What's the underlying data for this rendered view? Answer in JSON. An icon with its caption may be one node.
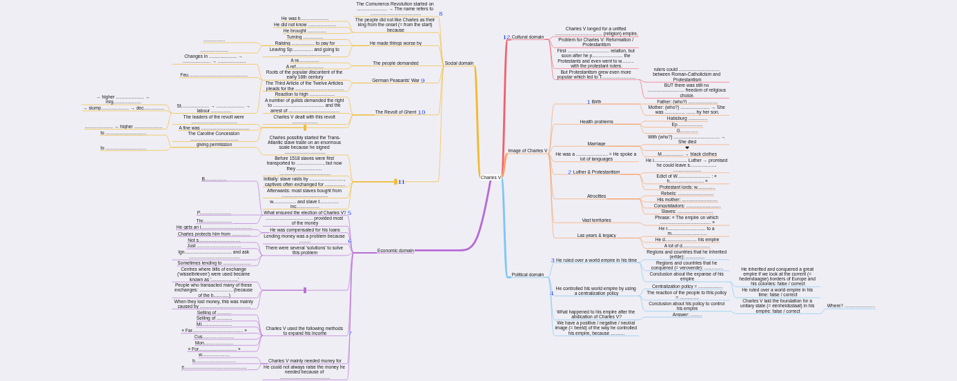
{
  "diagram": {
    "nodes": [
      {
        "text": [
          "Charles V"
        ]
      },
      {
        "text": [
          "Social domain"
        ]
      },
      {
        "text": [
          "The Comuneros Revolution started on ........................ → The name refers to ........................................"
        ],
        "beside": [
          "8"
        ]
      },
      {
        "text": [
          "The people did not like Charles as their king from the onset (= from the start) because"
        ]
      },
      {
        "text": [
          "He was b......................"
        ]
      },
      {
        "text": [
          "He did not know ......................"
        ]
      },
      {
        "text": [
          "He brought ..............."
        ]
      },
      {
        "text": [
          "He made things worse by"
        ]
      },
      {
        "text": [
          "Turning ................"
        ]
      },
      {
        "text": [
          "Raising .................. to pay for"
        ]
      },
      {
        "text": [
          "................."
        ]
      },
      {
        "text": [
          "......................"
        ]
      },
      {
        "text": [
          "Leaving Sp................ and going to ........................................"
        ]
      },
      {
        "text": [
          "The people demanded"
        ]
      },
      {
        "text": [
          "A re................"
        ]
      },
      {
        "text": [
          "A ref......................"
        ]
      },
      {
        "text": [
          "German Peasants' War"
        ],
        "beside": [
          "9"
        ]
      },
      {
        "text": [
          "Roots of the popular discontent of the early 16th century"
        ]
      },
      {
        "text": [
          "Changes in ...................... → ...................... → ......................"
        ]
      },
      {
        "text": [
          "Feu..............................................."
        ]
      },
      {
        "text": [
          "St...................... → ...................... → labour ................"
        ]
      },
      {
        "text": [
          "→ higher ...................... → mig......................"
        ]
      },
      {
        "text": [
          "→ slump...................... → dec................"
        ]
      },
      {
        "text": [
          "...................... → higher ......................"
        ]
      },
      {
        "text": [
          "The Third Article of the Twelve Articles pleads for the ......................................"
        ]
      },
      {
        "text": [
          "The Revolt of Ghent"
        ],
        "beside": [
          "10"
        ]
      },
      {
        "text": [
          "Reaction to high ...................."
        ]
      },
      {
        "text": [
          "A number of guilds demanded the right to ........................................ and the arrest of ........................................"
        ]
      },
      {
        "text": [
          "Charles V dealt with this revolt ...................."
        ]
      },
      {
        "text": [],
        "shape": "bar"
      },
      {
        "text": [
          "The leaders of the revolt were ...................................."
        ]
      },
      {
        "text": [
          "A fine was ......................................"
        ]
      },
      {
        "text": [
          "The Caroline Concession ......................................"
        ]
      },
      {
        "text": [],
        "shape": "bar",
        "beside": [
          "11"
        ]
      },
      {
        "text": [
          "Charles possibly started the Trans-Atlantic slave trade on an enormous scale because he signed ................................"
        ]
      },
      {
        "text": [
          "giving permission"
        ]
      },
      {
        "text": [
          "to ................................"
        ]
      },
      {
        "text": [
          "to ................................"
        ]
      },
      {
        "text": [
          "Before 1518 slaves were first transported to ....................., but now they .................... ........................................"
        ]
      },
      {
        "text": [
          "Initially: slave raids by ..........................., captives often exchanged for ................"
        ]
      },
      {
        "text": [
          "Afterwards: most slaves bought from ...................................."
        ]
      },
      {
        "text": [
          "w.................. and slave t............... inc.................."
        ]
      },
      {
        "text": [
          "Economic domain"
        ]
      },
      {
        "text": [
          "What ensured the election of Charles V?"
        ],
        "beside": [
          "5"
        ]
      },
      {
        "text": [
          "B................."
        ]
      },
      {
        "text": [
          "P........................."
        ]
      },
      {
        "text": [
          "Thr......................."
        ]
      },
      {
        "text": [
          "..................................... provided most of the money"
        ]
      },
      {
        "text": [
          "He was compensated for his loans"
        ]
      },
      {
        "text": [
          "He gets an i........................................"
        ]
      },
      {
        "text": [
          "Charles protects him from ..............."
        ]
      },
      {
        "text": [
          "Lending money was a problem because ........."
        ],
        "beside": [
          "6"
        ]
      },
      {
        "text": [
          "There were several 'solutions' to solve this problem"
        ]
      },
      {
        "text": [
          "Not s................................."
        ]
      },
      {
        "text": [
          "Just ..................................."
        ]
      },
      {
        "text": [
          "Ign..................................... and ask ........................................"
        ]
      },
      {
        "text": [
          "Sometimes lending to ......................"
        ]
      },
      {
        "text": [],
        "shape": "bar"
      },
      {
        "text": [
          "Centres where bills of exchange ('wisselbrieven') were used became known as '.....................'"
        ]
      },
      {
        "text": [
          "People who transacted many of these exchanges: .......................... (because of the b............)"
        ]
      },
      {
        "text": [
          "When they lost money, this was mainly caused by ........................................"
        ]
      },
      {
        "text": [
          "Charles V used the following methods to expand his income"
        ],
        "beside": [
          "7"
        ]
      },
      {
        "text": [
          "Selling of ..........."
        ]
      },
      {
        "text": [
          "Selling of ............"
        ]
      },
      {
        "text": [
          "Mi........................"
        ]
      },
      {
        "text": [
          "« Far........................................ »"
        ]
      },
      {
        "text": [
          "Cus........................."
        ]
      },
      {
        "text": [
          "Mon......................."
        ]
      },
      {
        "text": [
          "« For.............................. »"
        ]
      },
      {
        "text": [
          "Charles V mainly needed money for"
        ]
      },
      {
        "text": [
          "w......................"
        ]
      },
      {
        "text": [
          "b................................"
        ]
      },
      {
        "text": [
          "e................................................."
        ]
      },
      {
        "text": [
          "He could not always raise the money he needed because of ......................................."
        ]
      },
      {
        "text": [
          "Cultural domain"
        ],
        "beside": [
          "12"
        ]
      },
      {
        "text": [
          "Charles V longed for a unified ..................................... (religion) empire."
        ]
      },
      {
        "text": [
          "Problem for Charles V: Reformation / Protestantism"
        ]
      },
      {
        "text": [
          "First ................................. relation, but soon after he p........................ the Protestants and even went to w.......... with the protestant rulers."
        ]
      },
      {
        "text": [
          "But Protestantism grew even more popular which led to T..........................."
        ]
      },
      {
        "text": [
          "rulers could ................................ between Roman-Catholicism and Protestantism"
        ]
      },
      {
        "text": [
          "BUT there was still no ............................. freedom of religious choice."
        ]
      },
      {
        "text": [
          "Image of Charles V"
        ]
      },
      {
        "text": [
          "Birth"
        ],
        "beside": [
          "1"
        ]
      },
      {
        "text": [
          "Father: (who?) ......................."
        ]
      },
      {
        "text": [
          "Mother: (who?) ....................... → She was ................ ....... by her son."
        ]
      },
      {
        "text": [
          "Health problems"
        ]
      },
      {
        "text": [
          "Habsburg ..............."
        ]
      },
      {
        "text": [
          "Ep...................."
        ]
      },
      {
        "text": [
          "G.............."
        ]
      },
      {
        "text": [
          "Marriage"
        ]
      },
      {
        "text": [
          "With (who?) .................................... → She died"
        ]
      },
      {
        "text": [
          "❤"
        ]
      },
      {
        "text": [
          "M................. → black clothes"
        ]
      },
      {
        "text": [
          "He was a ......................... = He spoke a lot of languages"
        ]
      },
      {
        "text": [
          "Luther & Protestantism"
        ],
        "beside": [
          "2"
        ]
      },
      {
        "text": [
          "He i.......................... Luther → promised he could leave s..................... ......................"
        ]
      },
      {
        "text": [
          "Edict of W.......................... : « h........................... »"
        ]
      },
      {
        "text": [
          "Protestant lords: w.............."
        ]
      },
      {
        "text": [
          "Atrocities"
        ]
      },
      {
        "text": [
          "Rebels: ............................"
        ]
      },
      {
        "text": [
          "His mother: ............................"
        ]
      },
      {
        "text": [
          "Conquistadors: ..........................."
        ]
      },
      {
        "text": [
          "Slaves: ............................"
        ]
      },
      {
        "text": [
          "Vast territories"
        ]
      },
      {
        "text": [
          "Phrase: « The empire on which ........................................ »"
        ]
      },
      {
        "text": [
          "Las years & legacy"
        ]
      },
      {
        "text": [
          "He r.............................. to a m............................"
        ]
      },
      {
        "text": [
          "He d......................... his empire"
        ]
      },
      {
        "text": [
          "A lot of d......................"
        ]
      },
      {
        "text": [
          "Political domain"
        ]
      },
      {
        "text": [
          "He ruled over a world empire in his time"
        ],
        "beside": [
          "3"
        ]
      },
      {
        "text": [
          "Regions and countries that he inherited (erfde): ..............."
        ]
      },
      {
        "text": [
          "Regions and countries that he conquered (= veroverde): ..............."
        ]
      },
      {
        "text": [
          "Conclusion about the expanse of his empire"
        ]
      },
      {
        "text": [
          "He inherited and conquered a great empire if we look at the current (= hedendaagse) borders of Europe and his colonies: false / correct"
        ]
      },
      {
        "text": [
          "He ruled over a world empire in his time: false / correct"
        ]
      },
      {
        "text": [
          "He controlled his world empire by using a centralization policy"
        ],
        "beside": [
          "4"
        ]
      },
      {
        "text": [
          "Centralization policy = ..................."
        ]
      },
      {
        "text": [
          "The reaction of the people to this policy = ..............."
        ]
      },
      {
        "text": [
          "Conclusion about his policy to control his empire"
        ]
      },
      {
        "text": [
          "Charles V laid the foundation for a unitary state (= éénheidsstaat) in his empire: false / correct"
        ]
      },
      {
        "text": [
          "Where? ........................"
        ]
      },
      {
        "text": [
          "What happened to his empire after the abdication of Charles V?"
        ]
      },
      {
        "text": [
          "Answer: ........."
        ]
      },
      {
        "text": [
          "We have a positive / negative / neutral image (= beeld) of the way he controlled his empire, because ..........."
        ]
      }
    ],
    "edges": [
      {
        "from": 0,
        "to": 1,
        "arrow": "none",
        "style": "thick"
      },
      {
        "from": 1,
        "to": 2,
        "arrow": "none"
      },
      {
        "from": 1,
        "to": 3,
        "arrow": "none"
      },
      {
        "from": 3,
        "to": 4,
        "arrow": "none"
      },
      {
        "from": 3,
        "to": 5,
        "arrow": "none"
      },
      {
        "from": 3,
        "to": 6,
        "arrow": "none"
      },
      {
        "from": 1,
        "to": 7,
        "arrow": "none"
      },
      {
        "from": 7,
        "to": 8,
        "arrow": "none"
      },
      {
        "from": 7,
        "to": 9,
        "arrow": "none"
      },
      {
        "from": 9,
        "to": 10,
        "arrow": "none"
      },
      {
        "from": 9,
        "to": 11,
        "arrow": "none"
      },
      {
        "from": 7,
        "to": 12,
        "arrow": "none"
      },
      {
        "from": 1,
        "to": 13,
        "arrow": "none"
      },
      {
        "from": 13,
        "to": 14,
        "arrow": "none"
      },
      {
        "from": 13,
        "to": 15,
        "arrow": "none"
      },
      {
        "from": 1,
        "to": 16,
        "arrow": "none"
      },
      {
        "from": 16,
        "to": 17,
        "arrow": "none"
      },
      {
        "from": 17,
        "to": 18,
        "arrow": "none"
      },
      {
        "from": 17,
        "to": 19,
        "arrow": "none"
      },
      {
        "from": 17,
        "to": 20,
        "arrow": "none"
      },
      {
        "from": 20,
        "to": 21,
        "arrow": "none"
      },
      {
        "from": 20,
        "to": 22,
        "arrow": "none"
      },
      {
        "from": 20,
        "to": 23,
        "arrow": "none"
      },
      {
        "from": 16,
        "to": 24,
        "arrow": "none"
      },
      {
        "from": 1,
        "to": 25,
        "arrow": "none"
      },
      {
        "from": 25,
        "to": 26,
        "arrow": "none"
      },
      {
        "from": 25,
        "to": 27,
        "arrow": "none"
      },
      {
        "from": 25,
        "to": 28,
        "arrow": "none"
      },
      {
        "from": 25,
        "to": 29,
        "arrow": "none"
      },
      {
        "from": 29,
        "to": 30,
        "arrow": "none"
      },
      {
        "from": 29,
        "to": 31,
        "arrow": "none"
      },
      {
        "from": 29,
        "to": 32,
        "arrow": "none"
      },
      {
        "from": 1,
        "to": 33,
        "arrow": "none"
      },
      {
        "from": 33,
        "to": 34,
        "arrow": "none"
      },
      {
        "from": 34,
        "to": 35,
        "arrow": "none"
      },
      {
        "from": 35,
        "to": 36,
        "arrow": "none"
      },
      {
        "from": 35,
        "to": 37,
        "arrow": "none"
      },
      {
        "from": 33,
        "to": 38,
        "arrow": "none"
      },
      {
        "from": 33,
        "to": 39,
        "arrow": "none"
      },
      {
        "from": 33,
        "to": 40,
        "arrow": "none"
      },
      {
        "from": 33,
        "to": 41,
        "arrow": "none"
      },
      {
        "from": 0,
        "to": 42,
        "arrow": "none",
        "style": "thick",
        "color": "#b76bd6"
      },
      {
        "from": 42,
        "to": 43,
        "arrow": "none",
        "color": "#b76bd6"
      },
      {
        "from": 43,
        "to": 44,
        "arrow": "none",
        "color": "#b76bd6"
      },
      {
        "from": 43,
        "to": 45,
        "arrow": "none",
        "color": "#b76bd6"
      },
      {
        "from": 43,
        "to": 46,
        "arrow": "none",
        "color": "#b76bd6"
      },
      {
        "from": 42,
        "to": 47,
        "arrow": "none",
        "color": "#b76bd6"
      },
      {
        "from": 42,
        "to": 48,
        "arrow": "none",
        "color": "#b76bd6"
      },
      {
        "from": 48,
        "to": 49,
        "arrow": "none",
        "color": "#b76bd6"
      },
      {
        "from": 48,
        "to": 50,
        "arrow": "none",
        "color": "#b76bd6"
      },
      {
        "from": 42,
        "to": 51,
        "arrow": "none",
        "color": "#b76bd6"
      },
      {
        "from": 42,
        "to": 52,
        "arrow": "none",
        "color": "#b76bd6"
      },
      {
        "from": 52,
        "to": 53,
        "arrow": "none",
        "color": "#b76bd6"
      },
      {
        "from": 52,
        "to": 54,
        "arrow": "none",
        "color": "#b76bd6"
      },
      {
        "from": 52,
        "to": 55,
        "arrow": "none",
        "color": "#b76bd6"
      },
      {
        "from": 52,
        "to": 56,
        "arrow": "none",
        "color": "#b76bd6"
      },
      {
        "from": 42,
        "to": 57,
        "arrow": "none",
        "color": "#b76bd6"
      },
      {
        "from": 57,
        "to": 58,
        "arrow": "none",
        "color": "#b76bd6"
      },
      {
        "from": 57,
        "to": 59,
        "arrow": "none",
        "color": "#b76bd6"
      },
      {
        "from": 57,
        "to": 60,
        "arrow": "none",
        "color": "#b76bd6"
      },
      {
        "from": 42,
        "to": 61,
        "arrow": "none",
        "color": "#b76bd6"
      },
      {
        "from": 61,
        "to": 62,
        "arrow": "none",
        "color": "#b76bd6"
      },
      {
        "from": 61,
        "to": 63,
        "arrow": "none",
        "color": "#b76bd6"
      },
      {
        "from": 61,
        "to": 64,
        "arrow": "none",
        "color": "#b76bd6"
      },
      {
        "from": 61,
        "to": 65,
        "arrow": "none",
        "color": "#b76bd6"
      },
      {
        "from": 61,
        "to": 66,
        "arrow": "none",
        "color": "#b76bd6"
      },
      {
        "from": 61,
        "to": 67,
        "arrow": "none",
        "color": "#b76bd6"
      },
      {
        "from": 61,
        "to": 68,
        "arrow": "none",
        "color": "#b76bd6"
      },
      {
        "from": 42,
        "to": 69,
        "arrow": "none",
        "color": "#b76bd6"
      },
      {
        "from": 69,
        "to": 70,
        "arrow": "none",
        "color": "#b76bd6"
      },
      {
        "from": 69,
        "to": 71,
        "arrow": "none",
        "color": "#b76bd6"
      },
      {
        "from": 69,
        "to": 72,
        "arrow": "none",
        "color": "#b76bd6"
      },
      {
        "from": 42,
        "to": 73,
        "arrow": "none",
        "color": "#b76bd6"
      },
      {
        "from": 0,
        "to": 74,
        "arrow": "none",
        "style": "thick",
        "color": "#f2606d"
      },
      {
        "from": 74,
        "to": 75,
        "arrow": "none",
        "color": "#f2606d"
      },
      {
        "from": 74,
        "to": 76,
        "arrow": "none",
        "color": "#f2606d"
      },
      {
        "from": 74,
        "to": 77,
        "arrow": "none",
        "color": "#f2606d"
      },
      {
        "from": 74,
        "to": 78,
        "arrow": "none",
        "color": "#f2606d"
      },
      {
        "from": 78,
        "to": 79,
        "arrow": "none",
        "color": "#f2606d"
      },
      {
        "from": 78,
        "to": 80,
        "arrow": "none",
        "color": "#f2606d"
      },
      {
        "from": 0,
        "to": 81,
        "arrow": "none",
        "style": "thick",
        "color": "#f8a064"
      },
      {
        "from": 81,
        "to": 82,
        "arrow": "none",
        "color": "#f8a064"
      },
      {
        "from": 82,
        "to": 83,
        "arrow": "none",
        "color": "#f8a064"
      },
      {
        "from": 82,
        "to": 84,
        "arrow": "none",
        "color": "#f8a064"
      },
      {
        "from": 81,
        "to": 85,
        "arrow": "none",
        "color": "#f8a064"
      },
      {
        "from": 85,
        "to": 86,
        "arrow": "none",
        "color": "#f8a064"
      },
      {
        "from": 85,
        "to": 87,
        "arrow": "none",
        "color": "#f8a064"
      },
      {
        "from": 85,
        "to": 88,
        "arrow": "none",
        "color": "#f8a064"
      },
      {
        "from": 81,
        "to": 89,
        "arrow": "none",
        "color": "#f8a064"
      },
      {
        "from": 89,
        "to": 90,
        "arrow": "none",
        "color": "#f8a064"
      },
      {
        "from": 89,
        "to": 91,
        "arrow": "none",
        "color": "#f8a064"
      },
      {
        "from": 89,
        "to": 92,
        "arrow": "none",
        "color": "#f8a064"
      },
      {
        "from": 81,
        "to": 93,
        "arrow": "none",
        "color": "#f8a064"
      },
      {
        "from": 81,
        "to": 94,
        "arrow": "none",
        "color": "#f8a064"
      },
      {
        "from": 94,
        "to": 95,
        "arrow": "none",
        "color": "#f8a064"
      },
      {
        "from": 94,
        "to": 96,
        "arrow": "none",
        "color": "#f8a064"
      },
      {
        "from": 94,
        "to": 97,
        "arrow": "none",
        "color": "#f8a064"
      },
      {
        "from": 81,
        "to": 98,
        "arrow": "none",
        "color": "#f8a064"
      },
      {
        "from": 98,
        "to": 99,
        "arrow": "none",
        "color": "#f8a064"
      },
      {
        "from": 98,
        "to": 100,
        "arrow": "none",
        "color": "#f8a064"
      },
      {
        "from": 98,
        "to": 101,
        "arrow": "none",
        "color": "#f8a064"
      },
      {
        "from": 98,
        "to": 102,
        "arrow": "none",
        "color": "#f8a064"
      },
      {
        "from": 81,
        "to": 103,
        "arrow": "none",
        "color": "#f8a064"
      },
      {
        "from": 103,
        "to": 104,
        "arrow": "none",
        "color": "#f8a064"
      },
      {
        "from": 81,
        "to": 105,
        "arrow": "none",
        "color": "#f8a064"
      },
      {
        "from": 105,
        "to": 106,
        "arrow": "none",
        "color": "#f8a064"
      },
      {
        "from": 105,
        "to": 107,
        "arrow": "none",
        "color": "#f8a064"
      },
      {
        "from": 105,
        "to": 108,
        "arrow": "none",
        "color": "#f8a064"
      },
      {
        "from": 0,
        "to": 109,
        "arrow": "none",
        "style": "thick",
        "color": "#7cc6f8"
      },
      {
        "from": 109,
        "to": 110,
        "arrow": "none",
        "color": "#7cc6f8"
      },
      {
        "from": 110,
        "to": 111,
        "arrow": "none",
        "color": "#7cc6f8"
      },
      {
        "from": 110,
        "to": 112,
        "arrow": "none",
        "color": "#7cc6f8"
      },
      {
        "from": 110,
        "to": 113,
        "arrow": "none",
        "color": "#7cc6f8"
      },
      {
        "from": 113,
        "to": 114,
        "arrow": "none",
        "color": "#7cc6f8"
      },
      {
        "from": 113,
        "to": 115,
        "arrow": "none",
        "color": "#7cc6f8"
      },
      {
        "from": 109,
        "to": 116,
        "arrow": "none",
        "color": "#7cc6f8"
      },
      {
        "from": 116,
        "to": 117,
        "arrow": "none",
        "color": "#7cc6f8"
      },
      {
        "from": 116,
        "to": 118,
        "arrow": "none",
        "color": "#7cc6f8"
      },
      {
        "from": 116,
        "to": 119,
        "arrow": "none",
        "color": "#7cc6f8"
      },
      {
        "from": 119,
        "to": 120,
        "arrow": "none",
        "color": "#7cc6f8"
      },
      {
        "from": 120,
        "to": 121,
        "arrow": "none",
        "color": "#7cc6f8"
      },
      {
        "from": 109,
        "to": 122,
        "arrow": "none",
        "color": "#7cc6f8"
      },
      {
        "from": 122,
        "to": 123,
        "arrow": "none",
        "color": "#7cc6f8"
      },
      {
        "from": 109,
        "to": 124,
        "arrow": "none",
        "color": "#7cc6f8"
      }
    ]
  }
}
